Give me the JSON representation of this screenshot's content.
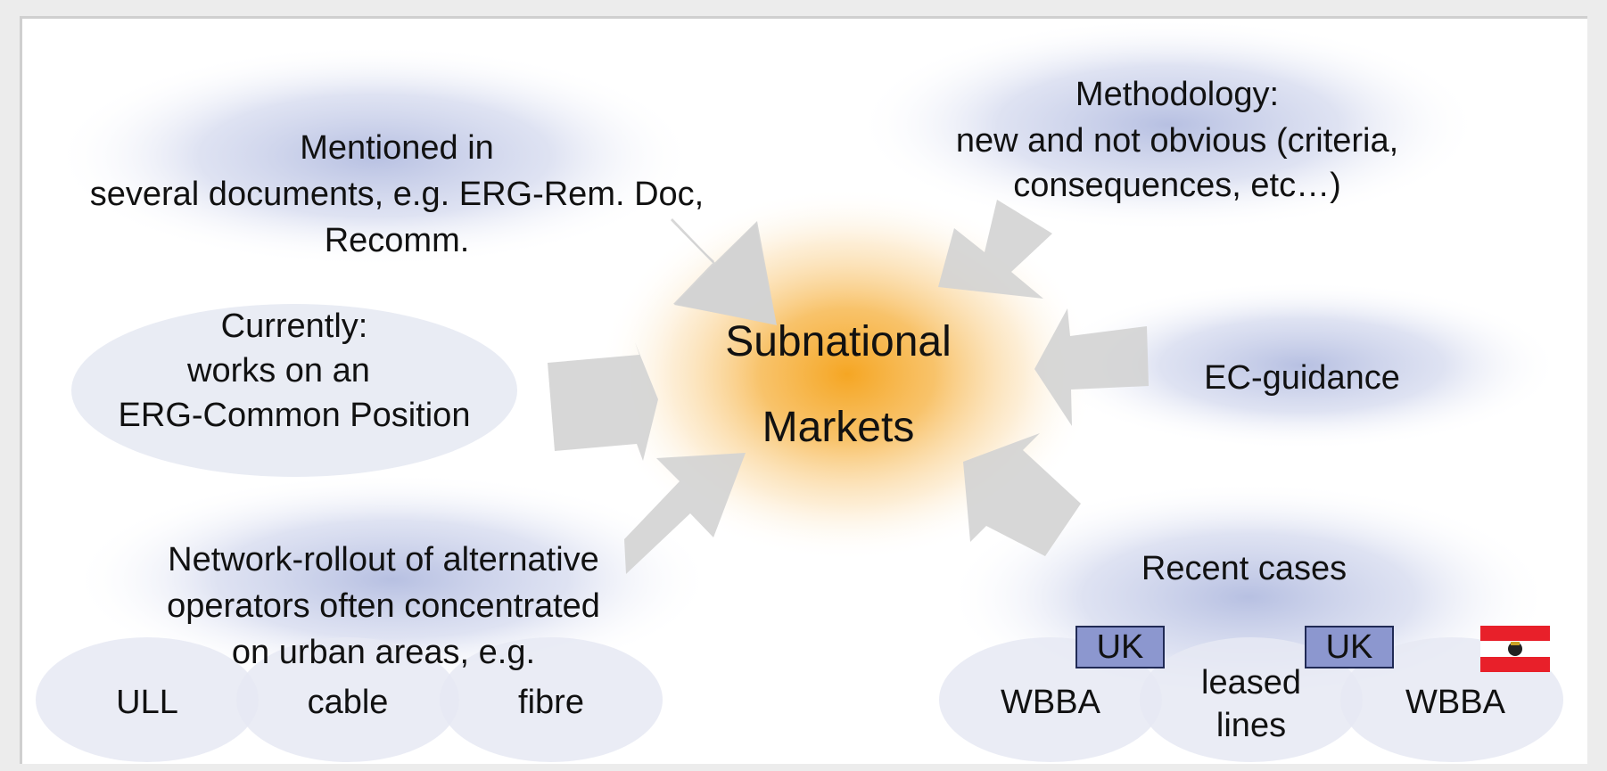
{
  "center": {
    "line1": "Subnational",
    "line2": "Markets"
  },
  "top_left": {
    "line1": "Mentioned in",
    "line2": "several documents, e.g. ERG-Rem. Doc,",
    "line3": "Recomm."
  },
  "top_right": {
    "line1": "Methodology:",
    "line2": "new and not obvious (criteria,",
    "line3": "consequences, etc…)"
  },
  "middle_left": {
    "line1": "Currently:",
    "line2": "works on an",
    "line3": "ERG-Common Position"
  },
  "middle_right": {
    "label": "EC-guidance"
  },
  "bottom_left": {
    "line1": "Network-rollout of alternative",
    "line2": "operators often concentrated",
    "line3": "on urban areas, e.g.",
    "items": [
      "ULL",
      "cable",
      "fibre"
    ]
  },
  "bottom_right": {
    "title": "Recent cases",
    "items": [
      "WBBA",
      "leased",
      "lines",
      "WBBA"
    ],
    "badges": [
      "UK",
      "UK"
    ],
    "flag_icon": "austria-flag-icon"
  },
  "colors": {
    "center_glow": "#f5a623",
    "cloud_blue": "#aab4dc",
    "ellipse_fill": "#e6e9f3",
    "arrow_gray": "#d3d3d3",
    "uk_box": "#8c97cf",
    "flag_red": "#e8202a"
  }
}
